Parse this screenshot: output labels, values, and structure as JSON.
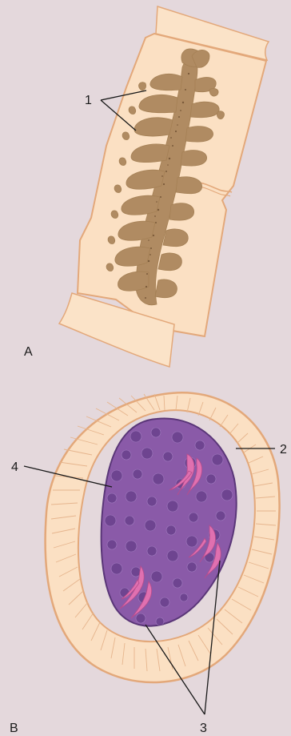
{
  "panels": {
    "a": {
      "letter": "A"
    },
    "b": {
      "letter": "B"
    }
  },
  "callouts": {
    "c1": "1",
    "c2": "2",
    "c3": "3",
    "c4": "4"
  },
  "colors": {
    "background": "#e4d8dc",
    "bone_fill": "#fbe0c3",
    "bone_outline": "#e3a87a",
    "marrow_brown": "#b08b62",
    "marrow_speckle": "#7a5a3a",
    "nucleus_purple": "#8a5aa8",
    "nucleus_cell": "#6e4490",
    "spicule_pink": "#e070b0",
    "leader_line": "#1a1a1a"
  }
}
